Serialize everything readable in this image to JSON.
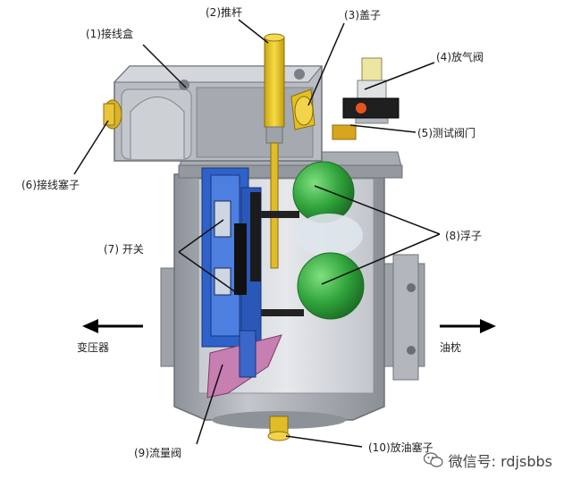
{
  "labels": {
    "junction_box": "(1)接线盒",
    "push_rod": "(2)推杆",
    "cover": "(3)盖子",
    "vent_valve": "(4)放气阀",
    "test_valve": "(5)测试阀门",
    "junction_plug": "(6)接线塞子",
    "switch": "(7) 开关",
    "float": "(8)浮子",
    "flow_valve": "(9)流量阀",
    "drain_plug": "(10)放油塞子"
  },
  "flow": {
    "left": "变压器",
    "right": "油枕"
  },
  "watermark": "微信号: rdjsbbs",
  "colors": {
    "body": "#a9adb4",
    "body_dark": "#7d828a",
    "switch_blue": "#2e62c8",
    "float_green": "#2fa23a",
    "push_rod_yellow": "#e6c61f",
    "flow_valve_pink": "#c77fb2"
  }
}
